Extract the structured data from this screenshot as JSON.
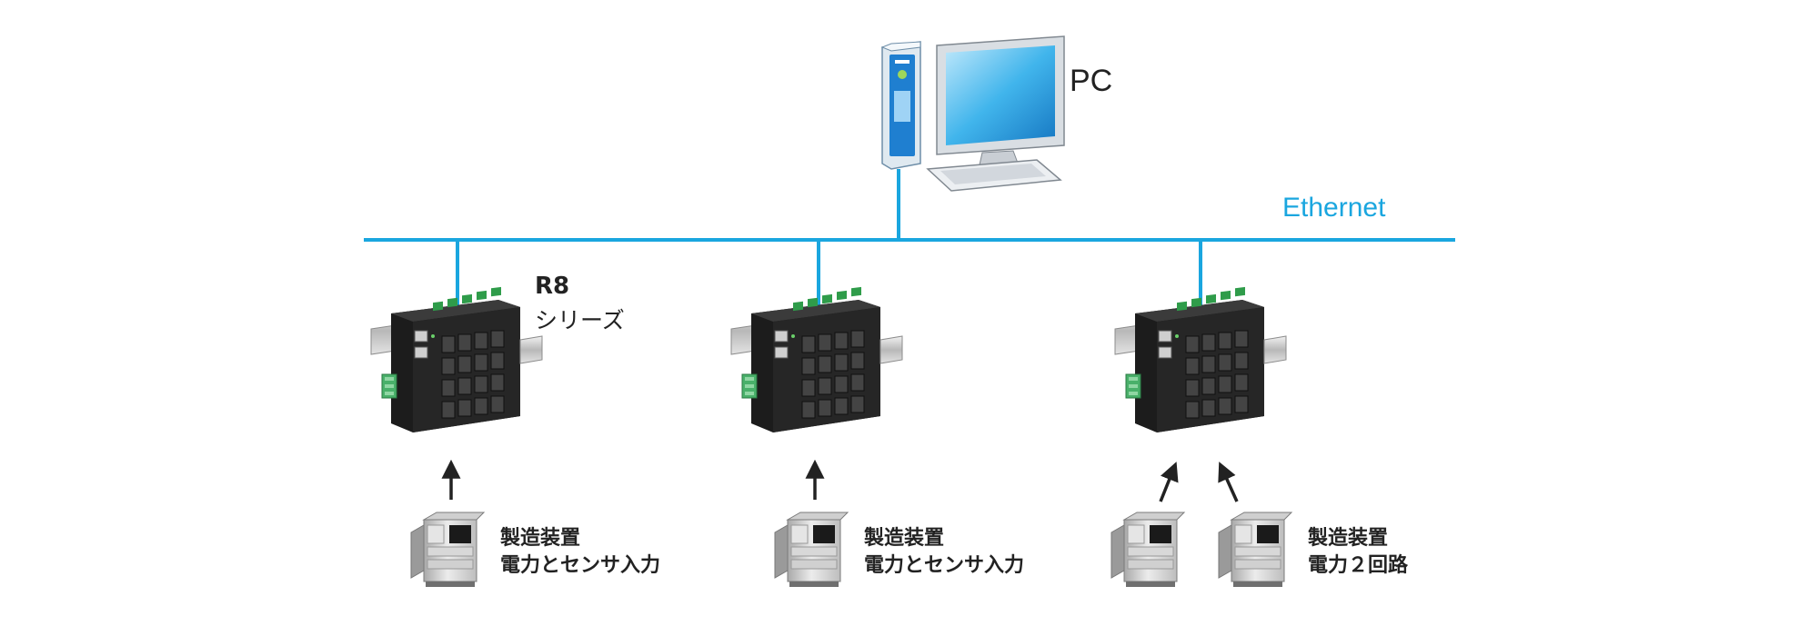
{
  "pc": {
    "label": "PC"
  },
  "network": {
    "label": "Ethernet",
    "color": "#1aa6df"
  },
  "module": {
    "name": "R8",
    "series": "シリーズ"
  },
  "groups": [
    {
      "line1": "製造装置",
      "line2": "電力とセンサ入力"
    },
    {
      "line1": "製造装置",
      "line2": "電力とセンサ入力"
    },
    {
      "line1": "製造装置",
      "line2": "電力２回路"
    }
  ]
}
